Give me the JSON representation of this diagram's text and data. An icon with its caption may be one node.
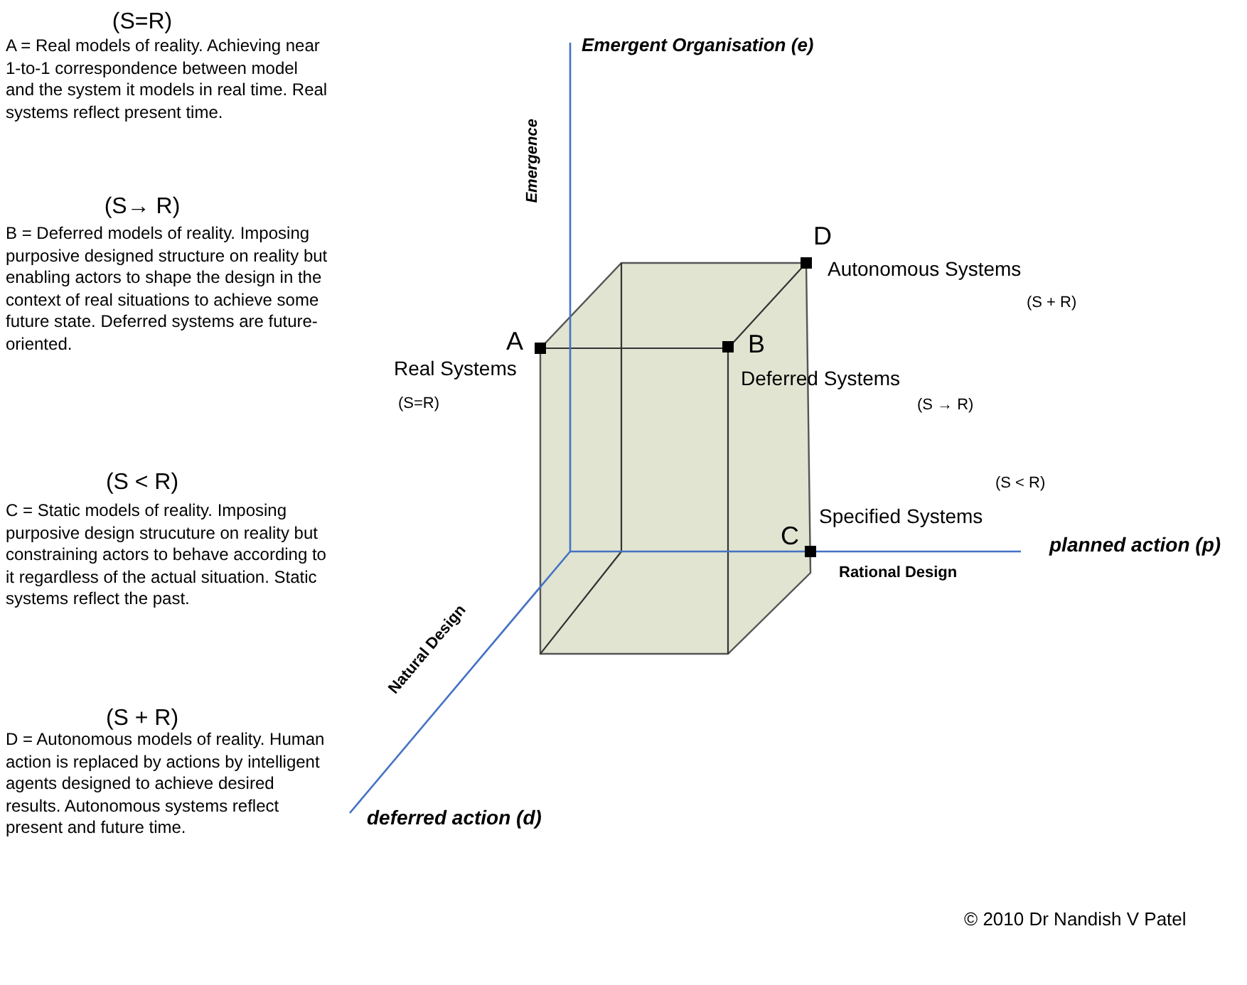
{
  "diagram": {
    "labels": [
      "(S=R)",
      "A = Real models of reality. Achieving near 1-to-1 correspondence between model and the system it models in real time. Real systems reflect present time.",
      "Emergent Organisation (e)",
      "Emergence",
      "(S→ R)",
      "B = Deferred models of reality. Imposing purposive designed structure on reality but enabling actors to shape the design in the context of real situations to achieve some future state. Deferred systems are future-oriented.",
      "D",
      "Autonomous Systems",
      "(S + R)",
      "A",
      "B",
      "Real Systems",
      "Deferred Systems",
      "(S=R)",
      "(S → R)",
      "(S < R)",
      "(S < R)",
      "C = Static models of reality. Imposing purposive design strucuture on reality but constraining actors to behave according to it regardless of the actual situation. Static systems reflect the past.",
      "Specified Systems",
      "C",
      "planned action (p)",
      "Rational Design",
      "Natural Design",
      "(S + R)",
      "D = Autonomous models of reality. Human action is replaced by actions by intelligent agents designed to achieve desired results. Autonomous systems reflect present and future time.",
      "deferred action (d)",
      "© 2010 Dr Nandish V Patel"
    ]
  }
}
